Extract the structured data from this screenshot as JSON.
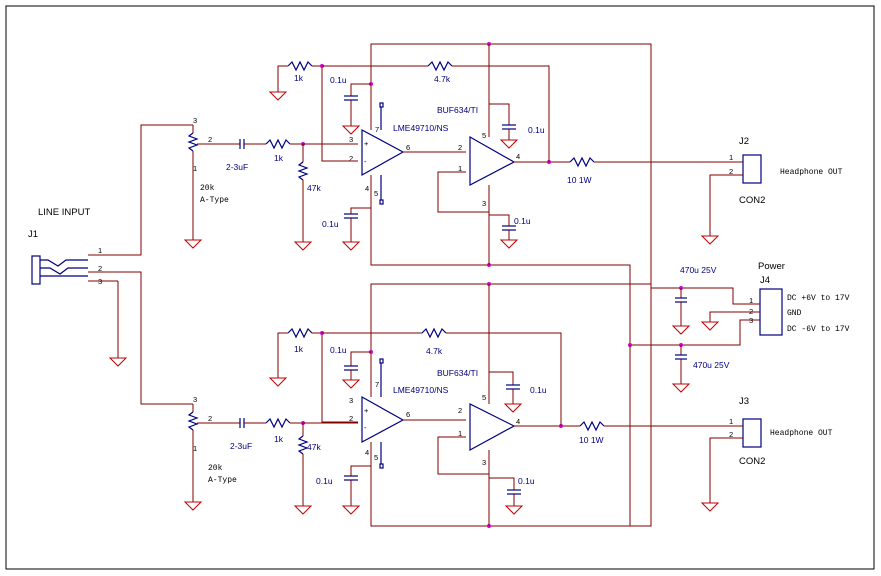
{
  "labels": {
    "line_input": "LINE INPUT",
    "j1": "J1",
    "j2": "J2",
    "j3": "J3",
    "j4": "J4",
    "power": "Power",
    "con2_top": "CON2",
    "con2_bottom": "CON2",
    "headphone_out_top": "Headphone OUT",
    "headphone_out_bottom": "Headphone OUT",
    "dc_plus": "DC +6V to 17V",
    "gnd": "GND",
    "dc_minus": "DC -6V to 17V",
    "cap_470_top": "470u 25V",
    "cap_470_bottom": "470u 25V"
  },
  "channels": [
    {
      "opamp": "LME49710/NS",
      "buffer": "BUF634/TI",
      "r_feedback_in": "1k",
      "r_feedback": "4.7k",
      "r_input": "1k",
      "r_shunt": "47k",
      "r_output": "10 1W",
      "c_input": "2-3uF",
      "c_decouple_opamp_top": "0.1u",
      "c_decouple_opamp_bottom": "0.1u",
      "c_decouple_buf_top": "0.1u",
      "c_decouple_buf_bottom": "0.1u",
      "pot_value": "20k",
      "pot_type": "A-Type"
    },
    {
      "opamp": "LME49710/NS",
      "buffer": "BUF634/TI",
      "r_feedback_in": "1k",
      "r_feedback": "4.7k",
      "r_input": "1k",
      "r_shunt": "47k",
      "r_output": "10 1W",
      "c_input": "2-3uF",
      "c_decouple_opamp_top": "0.1u",
      "c_decouple_opamp_bottom": "0.1u",
      "c_decouple_buf_top": "0.1u",
      "c_decouple_buf_bottom": "0.1u",
      "pot_value": "20k",
      "pot_type": "A-Type"
    }
  ],
  "pins": {
    "one": "1",
    "two": "2",
    "three": "3",
    "four": "4",
    "five": "5",
    "six": "6",
    "seven": "7"
  }
}
